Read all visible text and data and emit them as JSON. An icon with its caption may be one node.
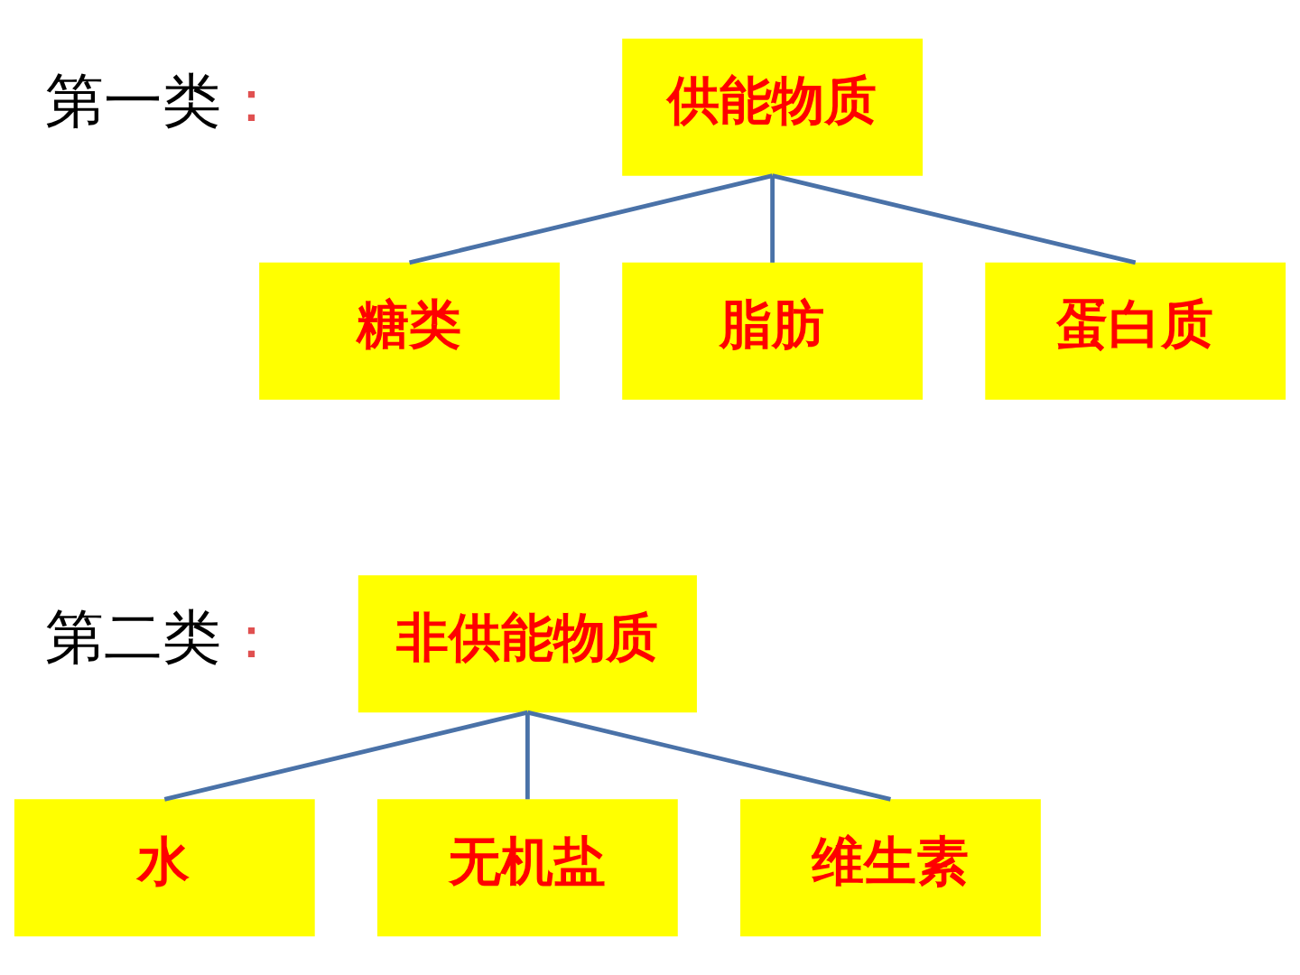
{
  "diagram": {
    "nodes": [
      {
        "text": [
          "供能物质"
        ]
      },
      {
        "text": [
          "糖类"
        ]
      },
      {
        "text": [
          "脂肪"
        ]
      },
      {
        "text": [
          "蛋白质"
        ]
      },
      {
        "text": [
          "非供能物质"
        ]
      },
      {
        "text": [
          "水"
        ]
      },
      {
        "text": [
          "无机盐"
        ]
      },
      {
        "text": [
          "维生素"
        ]
      }
    ],
    "edges": [
      {
        "from": 0,
        "to": 1,
        "arrow": "none"
      },
      {
        "from": 0,
        "to": 2,
        "arrow": "none"
      },
      {
        "from": 0,
        "to": 3,
        "arrow": "none"
      },
      {
        "from": 4,
        "to": 5,
        "arrow": "none"
      },
      {
        "from": 4,
        "to": 6,
        "arrow": "none"
      },
      {
        "from": 4,
        "to": 7,
        "arrow": "none"
      }
    ],
    "labels": [
      "第一类：",
      "第二类："
    ]
  }
}
